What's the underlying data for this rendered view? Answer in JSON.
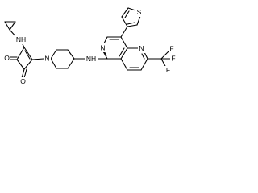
{
  "structure": {
    "labels": {
      "nh_top": "NH",
      "o_upper": "O",
      "o_lower": "O",
      "n_piperidine": "N",
      "nh_bottom": "NH",
      "n_naphthyridine_ring": "N",
      "n_naphthyridine_junction": "N",
      "s_thiophene": "S",
      "f_1": "F",
      "f_2": "F",
      "f_3": "F"
    },
    "colors": {
      "bond": "#000000",
      "label": "#000000",
      "background": "#ffffff"
    }
  }
}
